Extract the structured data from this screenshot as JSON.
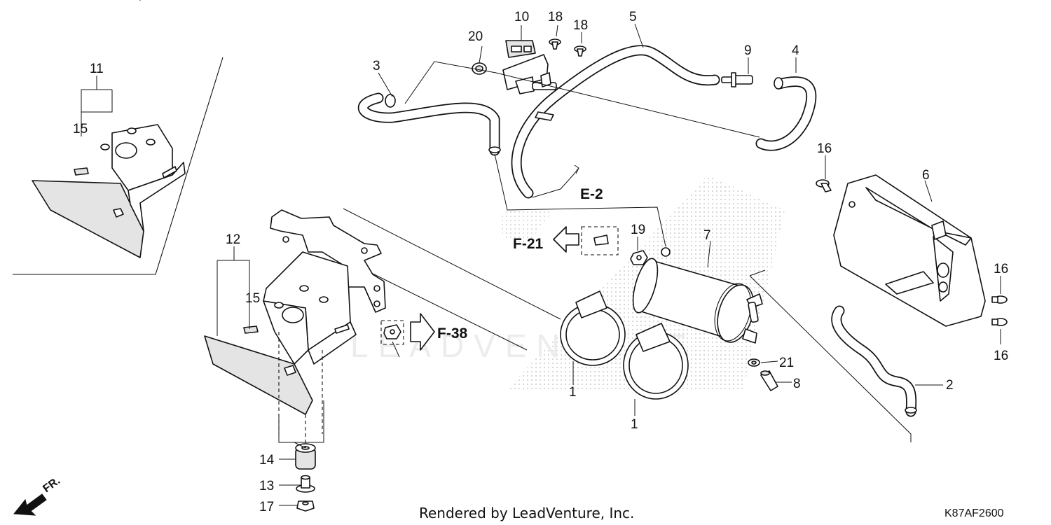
{
  "callouts": {
    "c1a": "1",
    "c1b": "1",
    "c2": "2",
    "c3": "3",
    "c4": "4",
    "c5": "5",
    "c6": "6",
    "c7": "7",
    "c8": "8",
    "c9": "9",
    "c10": "10",
    "c11": "11",
    "c12": "12",
    "c13": "13",
    "c14": "14",
    "c15a": "15",
    "c15b": "15",
    "c16a": "16",
    "c16b": "16",
    "c16c": "16",
    "c17": "17",
    "c18a": "18",
    "c18b": "18",
    "c19": "19",
    "c20": "20",
    "c21": "21"
  },
  "references": {
    "e2": "E-2",
    "f21": "F-21",
    "f38": "F-38"
  },
  "footer": {
    "rendered_by": "Rendered by LeadVenture, Inc.",
    "diagram_code": "K87AF2600",
    "front_label": "FR."
  },
  "watermark": {
    "text": "LEADVENTURE"
  },
  "colors": {
    "line": "#111111",
    "dots": "#c8c8c8",
    "background": "#ffffff"
  }
}
